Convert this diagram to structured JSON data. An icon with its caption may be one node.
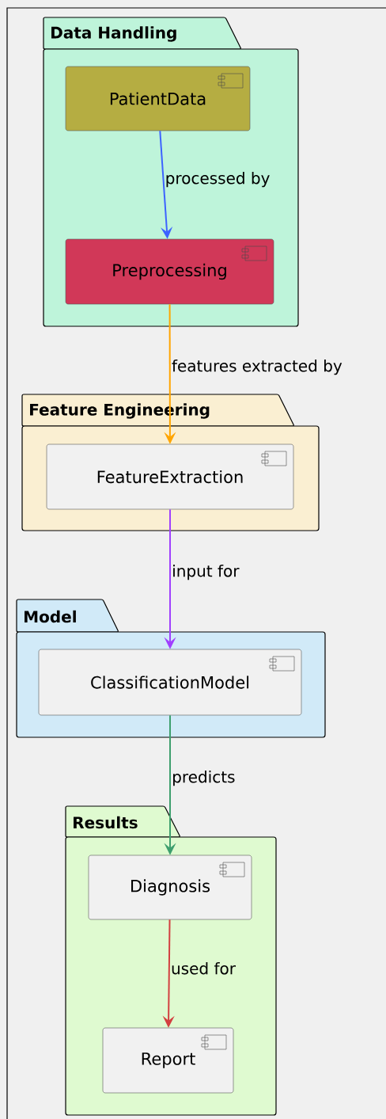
{
  "diagram": {
    "nodes": [
      {
        "text": [
          "Data Handling"
        ]
      },
      {
        "text": [
          "PatientData"
        ],
        "in": 0
      },
      {
        "text": [
          "Preprocessing"
        ],
        "in": 0
      },
      {
        "text": [
          "Feature Engineering"
        ]
      },
      {
        "text": [
          "FeatureExtraction"
        ],
        "in": 3
      },
      {
        "text": [
          "Model"
        ]
      },
      {
        "text": [
          "ClassificationModel"
        ],
        "in": 5
      },
      {
        "text": [
          "Results"
        ]
      },
      {
        "text": [
          "Diagnosis"
        ],
        "in": 7
      },
      {
        "text": [
          "Report"
        ],
        "in": 7
      }
    ],
    "edges": [
      {
        "from": 1,
        "to": 2,
        "arrow": "to",
        "label": "processed by",
        "color": "#3d63ff"
      },
      {
        "from": 2,
        "to": 4,
        "arrow": "to",
        "label": "features extracted by",
        "color": "#ffa500"
      },
      {
        "from": 4,
        "to": 6,
        "arrow": "to",
        "label": "input for",
        "color": "#a040ff"
      },
      {
        "from": 6,
        "to": 8,
        "arrow": "to",
        "label": "predicts",
        "color": "#3e9f6e"
      },
      {
        "from": 8,
        "to": 9,
        "arrow": "to",
        "label": "used for",
        "color": "#d34040"
      }
    ]
  }
}
